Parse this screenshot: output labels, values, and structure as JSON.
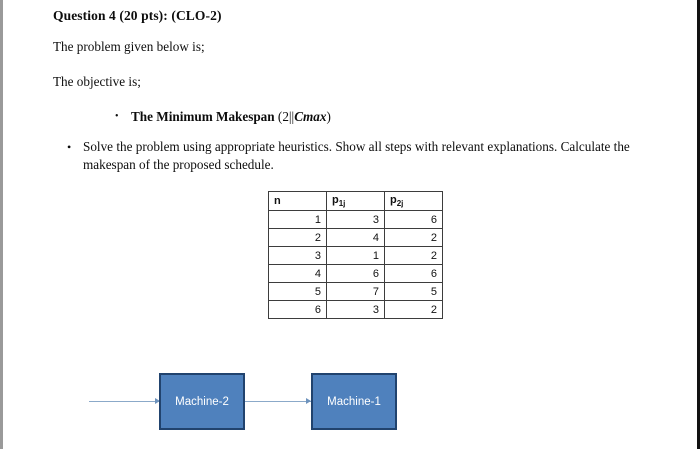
{
  "document": {
    "question_title": "Question 4 (20 pts): (CLO-2)",
    "paragraph_1": "The problem given below is;",
    "paragraph_2": "The objective is;",
    "bullets": [
      {
        "marker": "•",
        "label_bold": "The Minimum Makespan",
        "label_tail_open": " (2||",
        "label_italic": "Cmax",
        "label_tail_close": ")"
      },
      {
        "marker": "•",
        "text": "Solve the problem using appropriate heuristics. Show all steps with relevant explanations. Calculate the makespan of the proposed schedule."
      }
    ]
  },
  "table": {
    "headers": {
      "col0_base": "n",
      "col1_base": "p",
      "col1_sub": "1j",
      "col2_base": "p",
      "col2_sub": "2j"
    },
    "rows": [
      {
        "n": "1",
        "p1j": "3",
        "p2j": "6"
      },
      {
        "n": "2",
        "p1j": "4",
        "p2j": "2"
      },
      {
        "n": "3",
        "p1j": "1",
        "p2j": "2"
      },
      {
        "n": "4",
        "p1j": "6",
        "p2j": "6"
      },
      {
        "n": "5",
        "p1j": "7",
        "p2j": "5"
      },
      {
        "n": "6",
        "p1j": "3",
        "p2j": "2"
      }
    ]
  },
  "diagram": {
    "boxes": [
      {
        "label": "Machine-2"
      },
      {
        "label": "Machine-1"
      }
    ],
    "colors": {
      "box_fill": "#4f81bd",
      "box_border": "#21436e",
      "box_text": "#ffffff",
      "connector": "#8ba9c9"
    }
  }
}
